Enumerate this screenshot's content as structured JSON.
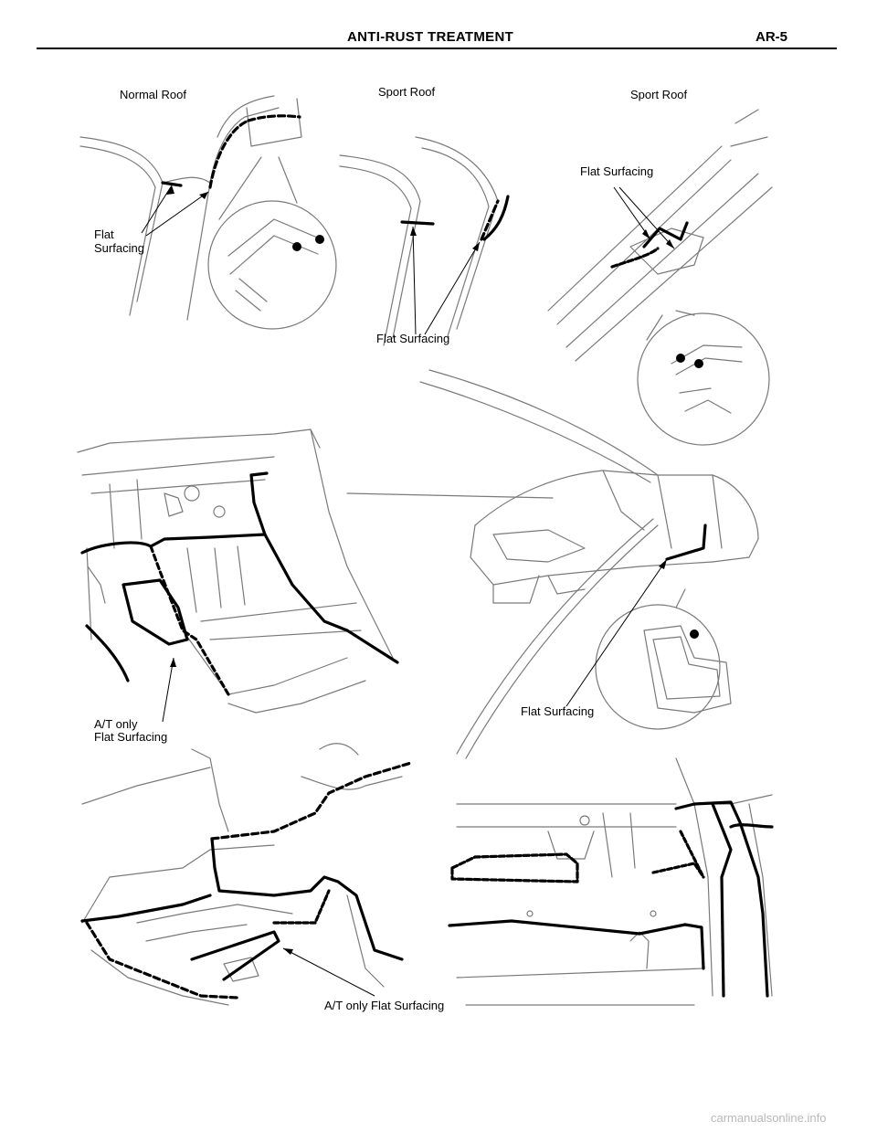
{
  "header": {
    "title": "ANTI-RUST  TREATMENT",
    "code": "AR-5"
  },
  "labels": {
    "normal_roof": "Normal Roof",
    "sport_roof_1": "Sport Roof",
    "sport_roof_2": "Sport Roof",
    "flat_surfacing_top_left_1": "Flat",
    "flat_surfacing_top_left_2": "Surfacing",
    "flat_surfacing_sport_roof_1": "Flat Surfacing",
    "flat_surfacing_sport_roof_2": "Flat Surfacing",
    "at_only_1": "A/T only",
    "at_only_2": "Flat Surfacing",
    "flat_surfacing_body": "Flat Surfacing",
    "at_only_flat_surfacing_bottom": "A/T only Flat Surfacing"
  },
  "watermark": "carmanualsonline.info"
}
